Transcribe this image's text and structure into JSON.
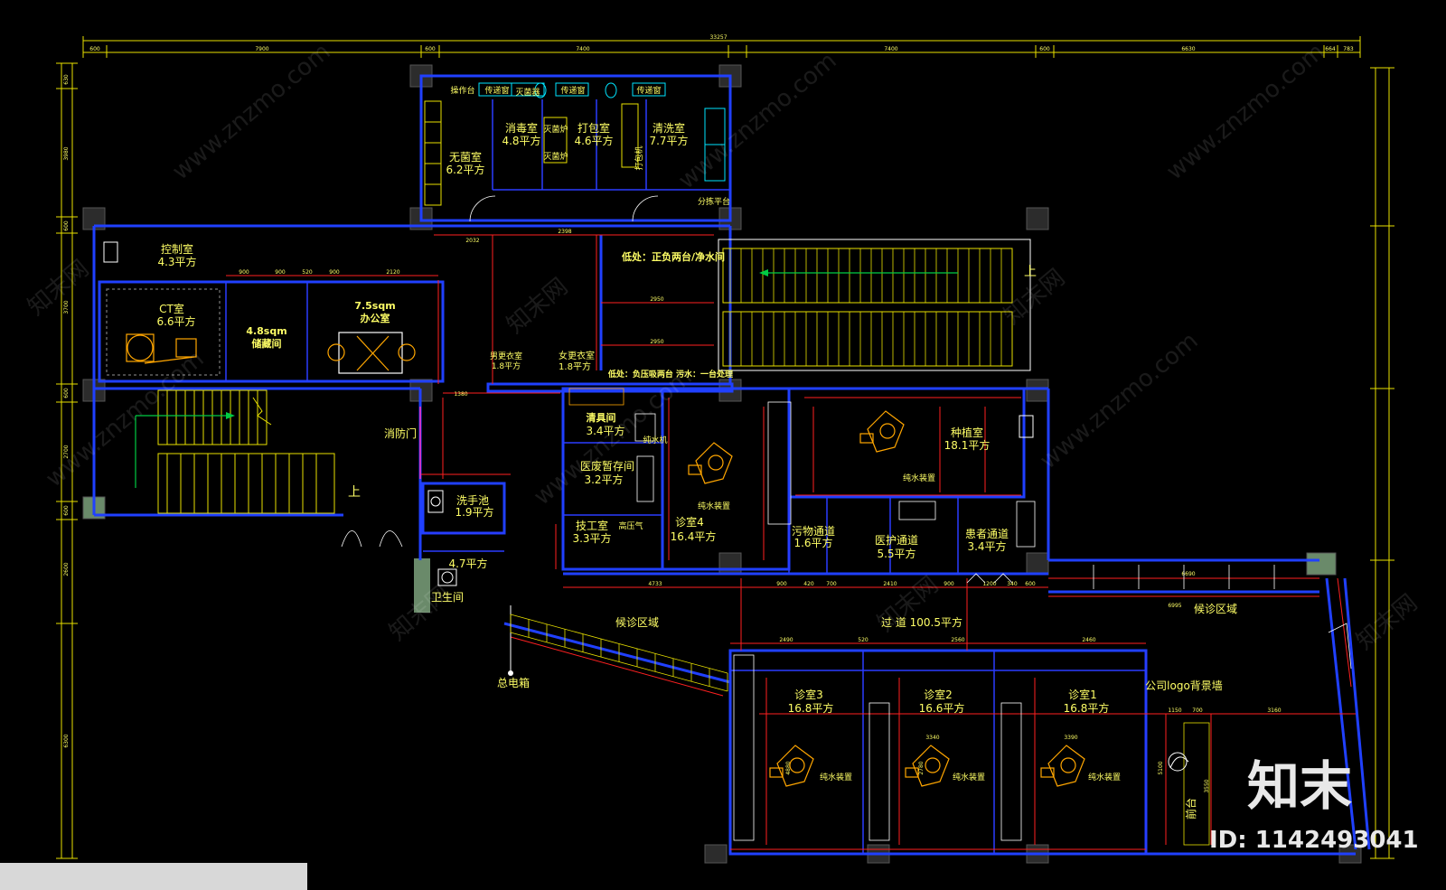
{
  "rooms": {
    "wujun": [
      "无菌室",
      "6.2平方"
    ],
    "xiaodu": [
      "消毒室",
      "4.8平方"
    ],
    "dabao": [
      "打包室",
      "4.6平方"
    ],
    "qingxi": [
      "清洗室",
      "7.7平方"
    ],
    "kongzhi": [
      "控制室",
      "4.3平方"
    ],
    "ct": [
      "CT室",
      "6.6平方"
    ],
    "chucang": [
      "4.8sqm",
      "储藏间"
    ],
    "bangong": [
      "7.5sqm",
      "办公室"
    ],
    "nangeng": [
      "男更衣室",
      "1.8平方"
    ],
    "nvgeng": [
      "女更衣室",
      "1.8平方"
    ],
    "qingju": [
      "清具间",
      "3.4平方"
    ],
    "yifei": [
      "医废暂存间",
      "3.2平方"
    ],
    "jigong": [
      "技工室",
      "3.3平方"
    ],
    "zhen4": [
      "诊室4",
      "16.4平方"
    ],
    "wuwu": [
      "污物通道",
      "1.6平方"
    ],
    "yihu": [
      "医护通道",
      "5.5平方"
    ],
    "huanzhe": [
      "患者通道",
      "3.4平方"
    ],
    "zhongzhi": [
      "种植室",
      "18.1平方"
    ],
    "xishou": [
      "洗手池",
      "1.9平方"
    ],
    "weisheng": [
      "4.7平方",
      "卫生间"
    ],
    "zhen3": [
      "诊室3",
      "16.8平方"
    ],
    "zhen2": [
      "诊室2",
      "16.6平方"
    ],
    "zhen1": [
      "诊室1",
      "16.8平方"
    ]
  },
  "labels": {
    "caozuotai": "操作台",
    "chuandichuang": "传递窗",
    "miejunqi": "灭菌器",
    "miejunlu": "灭菌炉",
    "dabaoji": "打包机",
    "fenjian": "分拣平台",
    "xiaofangmen": "消防门",
    "shang": "上",
    "houzhen1": "候诊区域",
    "houzhen2": "候诊区域",
    "guodao": "过 道 100.5平方",
    "zongdianxiang": "总电箱",
    "logo": "公司logo背景墙",
    "qiantai": "前台",
    "chunshui": "纯水装置",
    "gaoya": "高压气",
    "note1": "低处：正负两台/净水间",
    "note2": "低处：负压吸两台 污水：一台处理",
    "chunshuiji": "纯水机"
  },
  "dims": {
    "top_total": "33257",
    "top": [
      "600",
      "7900",
      "600",
      "7400",
      "7400",
      "600",
      "6630",
      "664",
      "783"
    ],
    "mid": [
      "900",
      "900",
      "520",
      "900",
      "2120",
      "2032",
      "2398",
      "2950",
      "2950",
      "1380"
    ],
    "vert": [
      "630",
      "3980",
      "600",
      "3700",
      "600",
      "2700",
      "600",
      "2600",
      "6300"
    ],
    "low": [
      "4733",
      "900",
      "420",
      "700",
      "2410",
      "900",
      "1200",
      "340",
      "600",
      "6690",
      "6995"
    ],
    "room": [
      "2490",
      "520",
      "2560",
      "2460",
      "1150",
      "700",
      "3160",
      "3340",
      "3390",
      "4880",
      "2780",
      "5100",
      "3550"
    ]
  },
  "watermark": {
    "site": "www.znzmo.com",
    "brand": "知末网",
    "logo": "知末",
    "id": "ID: 1142493041"
  }
}
